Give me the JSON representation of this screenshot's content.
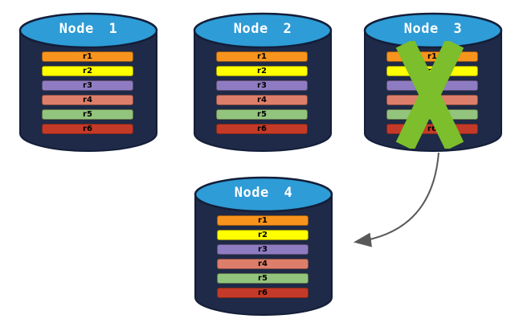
{
  "diagram": {
    "title": "replicated-records-node-failure-diagram",
    "colors": {
      "cylinder_body": "#1E2A47",
      "cylinder_outline": "#131E39",
      "cylinder_top": "#2E9CD6",
      "title_text": "#FFFFFF",
      "record_text": "#000000",
      "failure_x": "#7CBE2B",
      "arrow": "#595959"
    },
    "nodes": [
      {
        "id": "node-1",
        "label": "Node 1",
        "failed": false
      },
      {
        "id": "node-2",
        "label": "Node 2",
        "failed": false
      },
      {
        "id": "node-3",
        "label": "Node 3",
        "failed": true
      },
      {
        "id": "node-4",
        "label": "Node 4",
        "failed": false
      }
    ],
    "records": [
      {
        "label": "r1",
        "color": "#F7941D"
      },
      {
        "label": "r2",
        "color": "#FFFF00"
      },
      {
        "label": "r3",
        "color": "#8E7CC3"
      },
      {
        "label": "r4",
        "color": "#DD7E6B"
      },
      {
        "label": "r5",
        "color": "#93C47D"
      },
      {
        "label": "r6",
        "color": "#C43A28"
      }
    ],
    "arrow": {
      "from": "node-3",
      "to": "node-4"
    }
  }
}
